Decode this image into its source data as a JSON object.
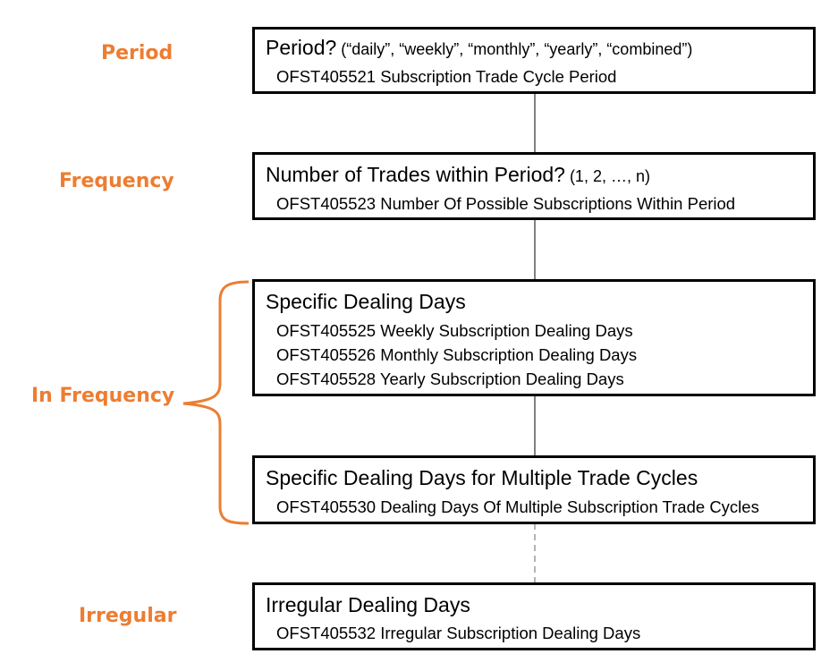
{
  "labels": {
    "period": "Period",
    "frequency": "Frequency",
    "in_frequency": "In Frequency",
    "irregular": "Irregular"
  },
  "boxes": {
    "period": {
      "title": "Period?",
      "title_suffix": " (“daily”, “weekly”, “monthly”, “yearly”, “combined”)",
      "items": [
        "OFST405521 Subscription Trade Cycle Period"
      ]
    },
    "frequency": {
      "title": "Number of Trades within Period?",
      "title_suffix": " (1, 2, …, n)",
      "items": [
        "OFST405523 Number Of Possible Subscriptions Within Period"
      ]
    },
    "specific_days": {
      "title": "Specific Dealing Days",
      "items": [
        "OFST405525 Weekly Subscription Dealing Days",
        "OFST405526 Monthly Subscription Dealing Days",
        "OFST405528 Yearly Subscription Dealing Days"
      ]
    },
    "multiple_cycles": {
      "title": "Specific Dealing Days for Multiple Trade Cycles",
      "items": [
        "OFST405530 Dealing Days Of Multiple Subscription Trade Cycles"
      ]
    },
    "irregular": {
      "title": "Irregular Dealing Days",
      "items": [
        "OFST405532 Irregular Subscription Dealing Days"
      ]
    }
  },
  "colors": {
    "accent": "#ED7D31",
    "line": "#000000",
    "dashed_line": "#808080"
  }
}
